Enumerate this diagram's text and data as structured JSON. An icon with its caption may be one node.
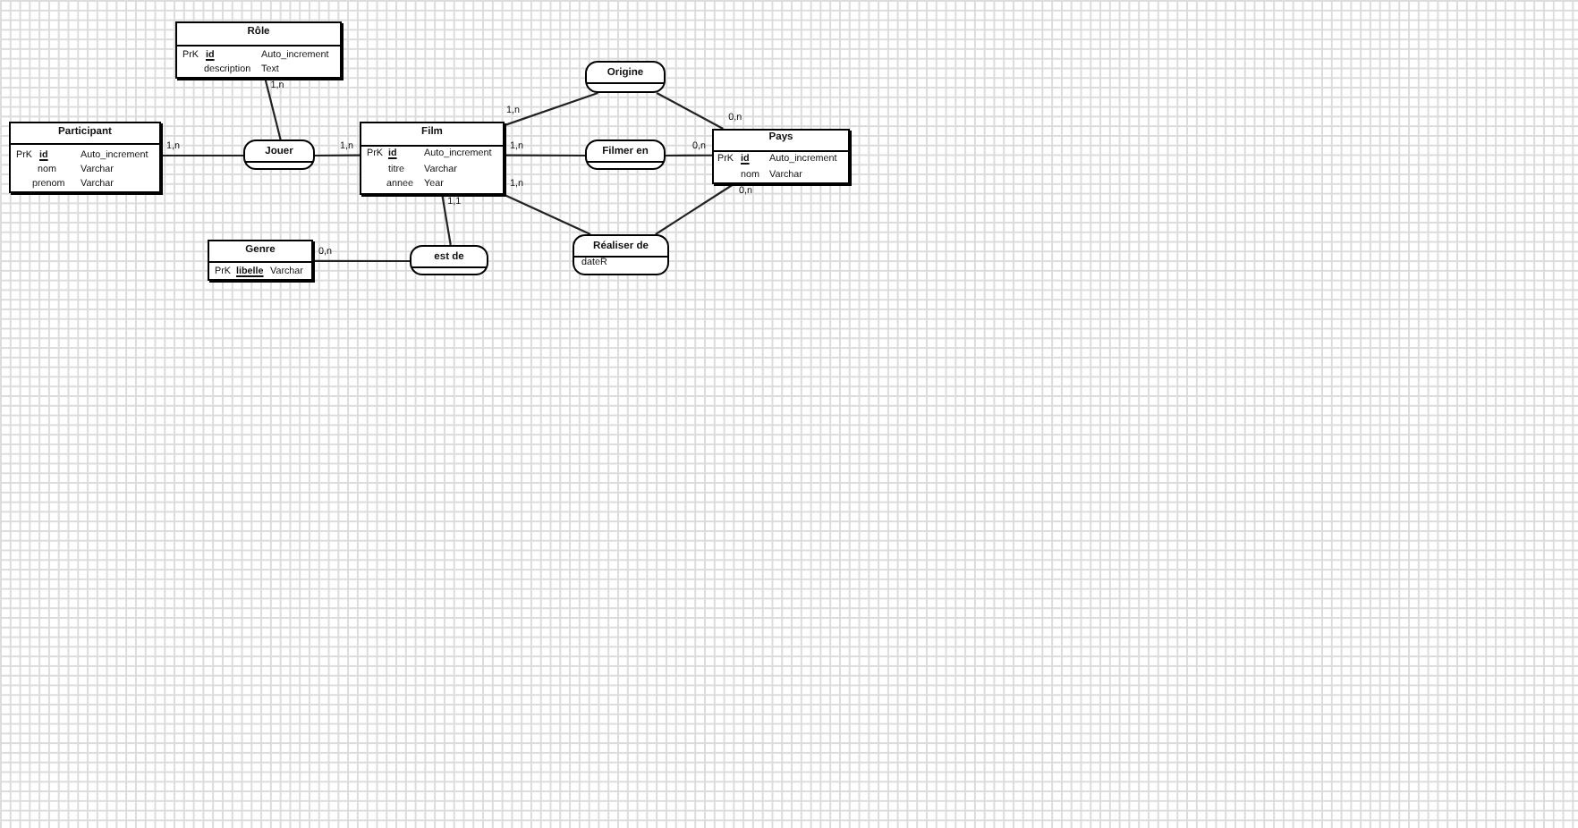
{
  "diagram": {
    "nodes": [
      {
        "text": [
          "Rôle",
          "PrK",
          "id",
          "Auto_increment",
          "description",
          "Text"
        ]
      },
      {
        "text": [
          "Origine"
        ]
      },
      {
        "text": [
          "Participant",
          "PrK",
          "id",
          "Auto_increment",
          "nom",
          "Varchar",
          "prenom",
          "Varchar"
        ]
      },
      {
        "text": [
          "Jouer"
        ]
      },
      {
        "text": [
          "Film",
          "PrK",
          "id",
          "Auto_increment",
          "titre",
          "Varchar",
          "annee",
          "Year"
        ]
      },
      {
        "text": [
          "Filmer en"
        ]
      },
      {
        "text": [
          "Pays",
          "PrK",
          "id",
          "Auto_increment",
          "nom",
          "Varchar"
        ]
      },
      {
        "text": [
          "Genre",
          "PrK",
          "libelle",
          "Varchar"
        ]
      },
      {
        "text": [
          "est de"
        ]
      },
      {
        "text": [
          "Réaliser de",
          "dateR"
        ]
      }
    ],
    "edges": [
      {
        "from": 0,
        "to": 3,
        "arrow": "none",
        "label": "1,n"
      },
      {
        "from": 2,
        "to": 3,
        "arrow": "none",
        "label": "1,n"
      },
      {
        "from": 4,
        "to": 3,
        "arrow": "none",
        "label": "1,n"
      },
      {
        "from": 4,
        "to": 1,
        "arrow": "none",
        "label": "1,n"
      },
      {
        "from": 6,
        "to": 1,
        "arrow": "none",
        "label": "0,n"
      },
      {
        "from": 4,
        "to": 5,
        "arrow": "none",
        "label": "1,n"
      },
      {
        "from": 6,
        "to": 5,
        "arrow": "none",
        "label": "0,n"
      },
      {
        "from": 4,
        "to": 8,
        "arrow": "none",
        "label": "1,1"
      },
      {
        "from": 7,
        "to": 8,
        "arrow": "none",
        "label": "0,n"
      },
      {
        "from": 4,
        "to": 9,
        "arrow": "none",
        "label": "1,n"
      },
      {
        "from": 6,
        "to": 9,
        "arrow": "none",
        "label": "0,n"
      }
    ]
  }
}
